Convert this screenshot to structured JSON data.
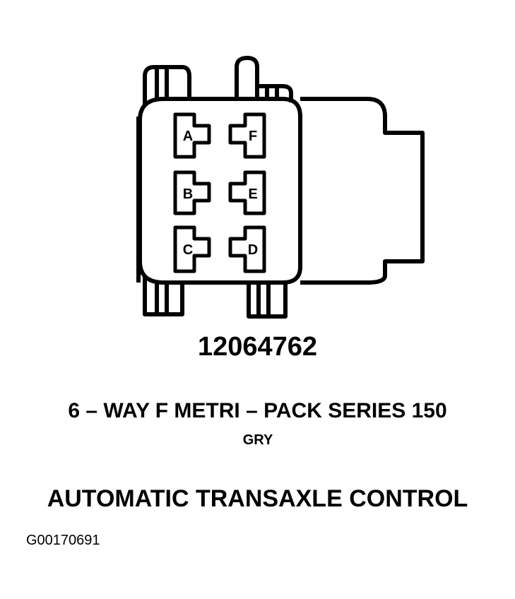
{
  "diagram": {
    "pins": [
      {
        "label": "A",
        "side": "left"
      },
      {
        "label": "B",
        "side": "left"
      },
      {
        "label": "C",
        "side": "left"
      },
      {
        "label": "F",
        "side": "right"
      },
      {
        "label": "E",
        "side": "right"
      },
      {
        "label": "D",
        "side": "right"
      }
    ],
    "part_number": "12064762",
    "series": "6 – WAY F METRI – PACK SERIES 150",
    "color": "GRY",
    "application": "AUTOMATIC TRANSAXLE CONTROL",
    "figure_id": "G00170691"
  }
}
